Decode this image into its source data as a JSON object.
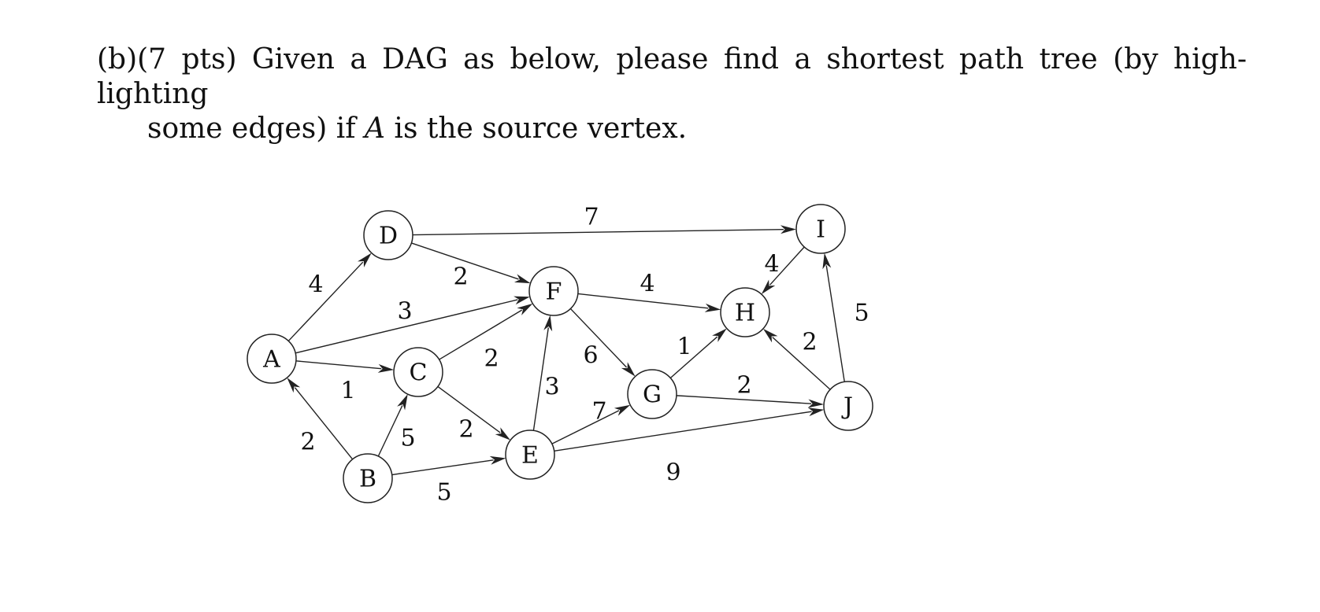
{
  "question": {
    "prefix": "(b)(7 pts) Given a DAG as below, please find a shortest path tree (by high-lighting",
    "line2_before": "some edges) if ",
    "source_var": "A",
    "line2_after": " is the source vertex."
  },
  "graph": {
    "nodes": [
      {
        "id": "A",
        "label": "A"
      },
      {
        "id": "B",
        "label": "B"
      },
      {
        "id": "C",
        "label": "C"
      },
      {
        "id": "D",
        "label": "D"
      },
      {
        "id": "E",
        "label": "E"
      },
      {
        "id": "F",
        "label": "F"
      },
      {
        "id": "G",
        "label": "G"
      },
      {
        "id": "H",
        "label": "H"
      },
      {
        "id": "I",
        "label": "I"
      },
      {
        "id": "J",
        "label": "J"
      }
    ],
    "edges": [
      {
        "from": "A",
        "to": "D",
        "weight": "4"
      },
      {
        "from": "A",
        "to": "F",
        "weight": "3"
      },
      {
        "from": "A",
        "to": "C",
        "weight": "1"
      },
      {
        "from": "B",
        "to": "A",
        "weight": "2"
      },
      {
        "from": "B",
        "to": "C",
        "weight": "5"
      },
      {
        "from": "B",
        "to": "E",
        "weight": "5"
      },
      {
        "from": "C",
        "to": "F",
        "weight": "2"
      },
      {
        "from": "C",
        "to": "E",
        "weight": "2"
      },
      {
        "from": "D",
        "to": "F",
        "weight": "2"
      },
      {
        "from": "D",
        "to": "I",
        "weight": "7"
      },
      {
        "from": "E",
        "to": "F",
        "weight": "3"
      },
      {
        "from": "E",
        "to": "G",
        "weight": "7"
      },
      {
        "from": "E",
        "to": "J",
        "weight": "9"
      },
      {
        "from": "F",
        "to": "H",
        "weight": "4"
      },
      {
        "from": "F",
        "to": "G",
        "weight": "6"
      },
      {
        "from": "G",
        "to": "H",
        "weight": "1"
      },
      {
        "from": "G",
        "to": "J",
        "weight": "2"
      },
      {
        "from": "I",
        "to": "H",
        "weight": "4"
      },
      {
        "from": "J",
        "to": "H",
        "weight": "2"
      },
      {
        "from": "J",
        "to": "I",
        "weight": "5"
      }
    ]
  }
}
